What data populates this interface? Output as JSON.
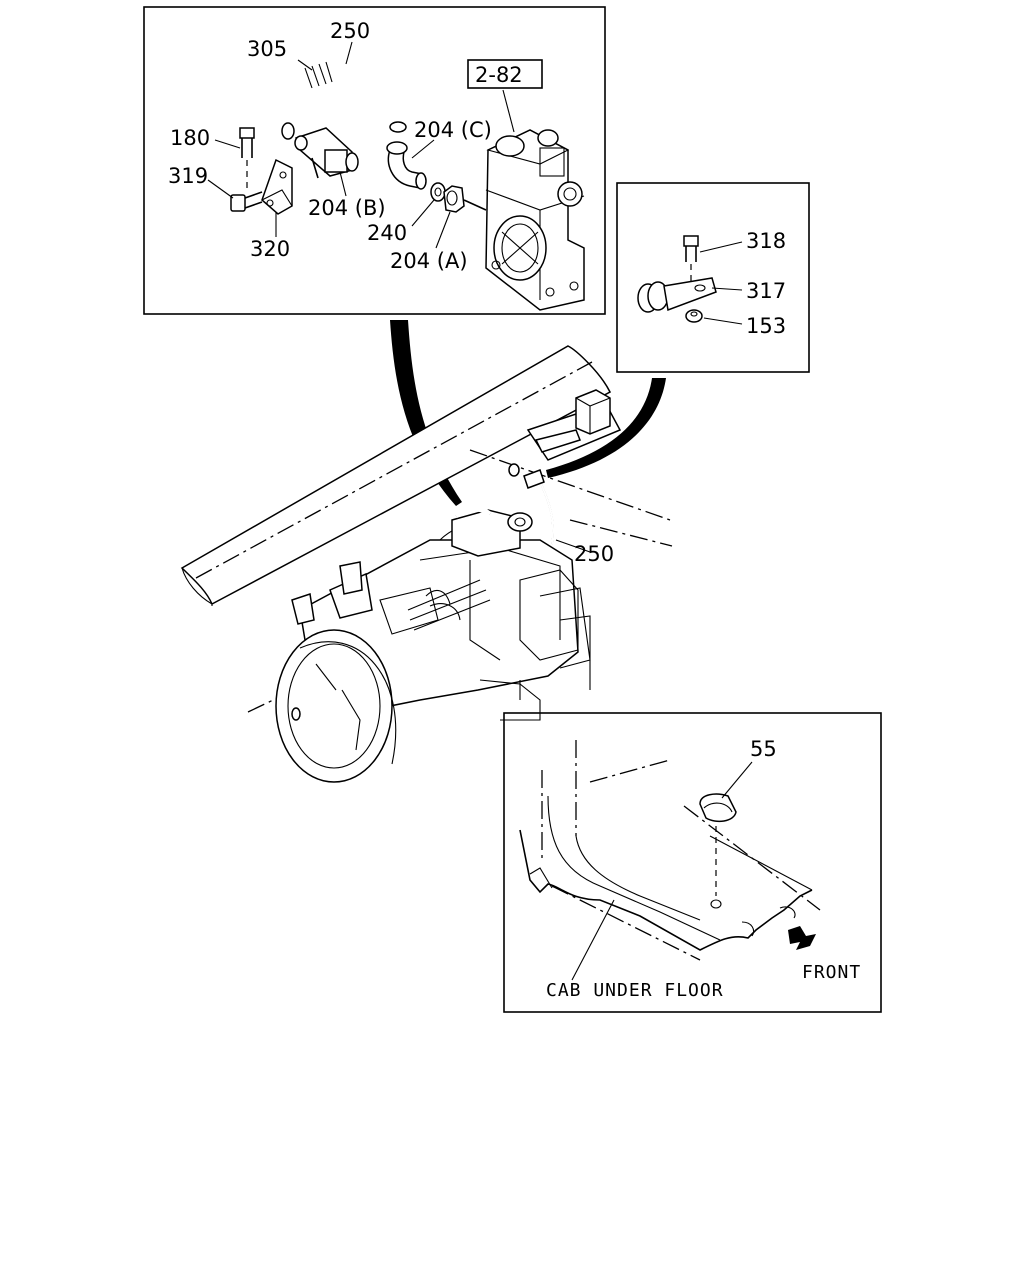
{
  "callouts": {
    "c305": "305",
    "c250_top": "250",
    "c2_82": "2-82",
    "c180": "180",
    "c204c": "204 (C)",
    "c319": "319",
    "c204b": "204 (B)",
    "c240": "240",
    "c320": "320",
    "c204a": "204 (A)",
    "c318": "318",
    "c317": "317",
    "c153": "153",
    "c250_mid": "250",
    "c55": "55"
  },
  "captions": {
    "cab_under_floor": "CAB UNDER FLOOR",
    "front": "FRONT"
  }
}
